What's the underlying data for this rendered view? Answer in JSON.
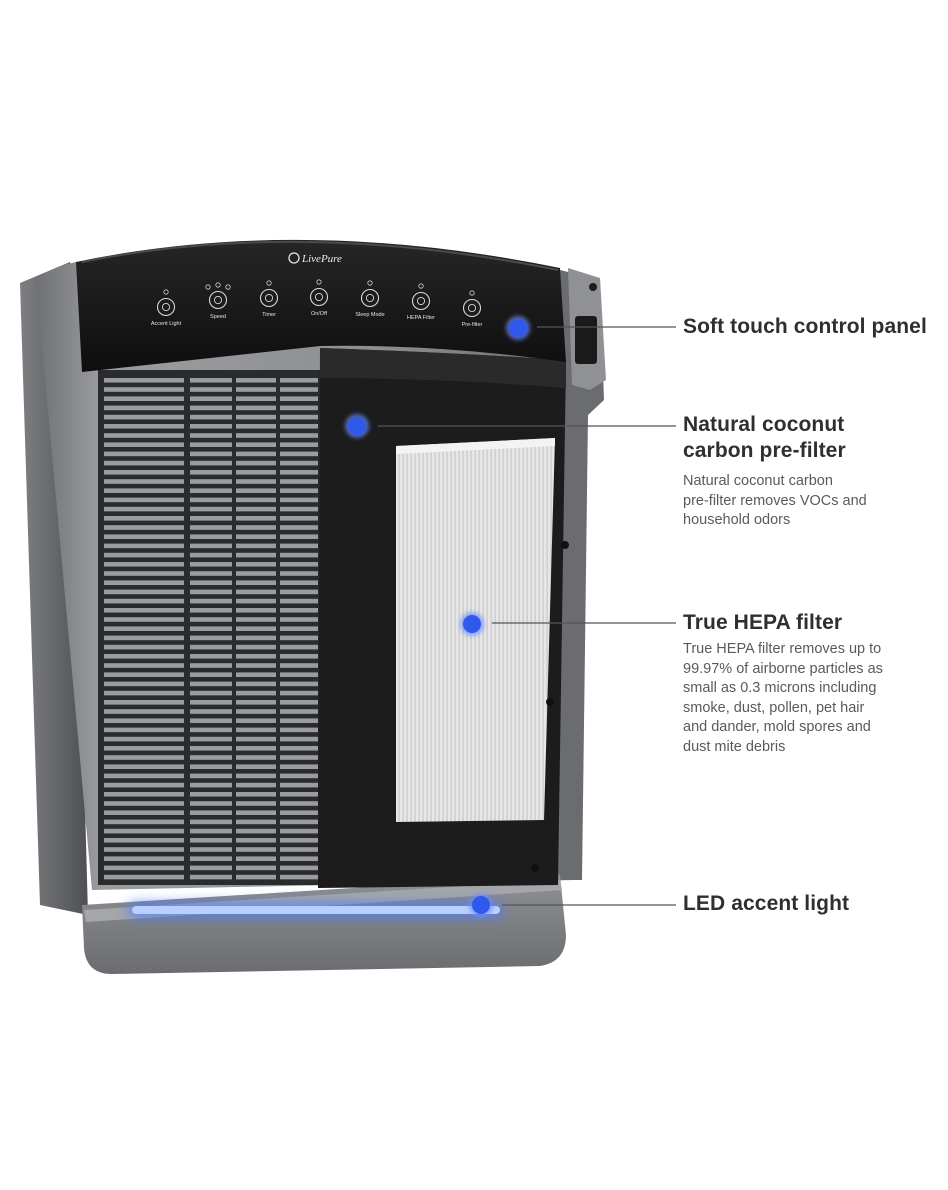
{
  "brand": "LivePure",
  "controls": [
    {
      "label": "Accent Light",
      "icon": "bulb-icon"
    },
    {
      "label": "Speed",
      "icon": "fan-icon"
    },
    {
      "label": "Timer",
      "icon": "clock-icon"
    },
    {
      "label": "On/Off",
      "icon": "power-icon"
    },
    {
      "label": "Sleep Mode",
      "icon": "sleep-icon"
    },
    {
      "label": "HEPA Filter",
      "icon": "hepa-filter-icon"
    },
    {
      "label": "Pre-filter",
      "icon": "pre-filter-icon"
    }
  ],
  "callouts": [
    {
      "title": "Soft touch control panel",
      "description": ""
    },
    {
      "title": "Natural coconut\ncarbon pre-filter",
      "description": "Natural coconut carbon\npre-filter removes VOCs and\nhousehold odors"
    },
    {
      "title": "True HEPA filter",
      "description": "True HEPA filter removes up to\n99.97% of airborne particles as\nsmall as 0.3 microns including\nsmoke, dust, pollen, pet hair\nand dander, mold spores and\ndust mite debris"
    },
    {
      "title": "LED accent light",
      "description": ""
    }
  ],
  "colors": {
    "hotspot": "#2f59ea",
    "led": "#5a8cff",
    "body": "#8a8c8f",
    "panel": "#141414"
  }
}
